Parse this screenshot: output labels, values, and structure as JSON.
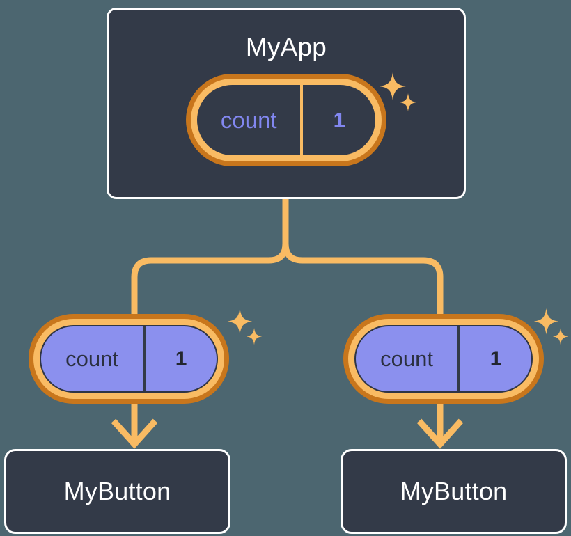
{
  "diagram": {
    "title": "MyApp component tree with shared count state",
    "background_color": "#4c6670"
  },
  "colors": {
    "card_fill": "#333a48",
    "card_border": "#ffffff",
    "pill_outer_ring": "#c8761c",
    "pill_inner_ring": "#f9bb63",
    "pill_purple_fill": "#8b90ee",
    "accent_orange": "#f9bb63",
    "state_value_purple": "#8287f0",
    "dark_text": "#2b3040"
  },
  "root": {
    "label": "MyApp",
    "state": {
      "key": "count",
      "value": "1",
      "variant": "dark"
    },
    "sparkle": "sparkle-icon"
  },
  "children": [
    {
      "label": "MyButton",
      "state": {
        "key": "count",
        "value": "1",
        "variant": "purple"
      },
      "sparkle": "sparkle-icon"
    },
    {
      "label": "MyButton",
      "state": {
        "key": "count",
        "value": "1",
        "variant": "purple"
      },
      "sparkle": "sparkle-icon"
    }
  ]
}
